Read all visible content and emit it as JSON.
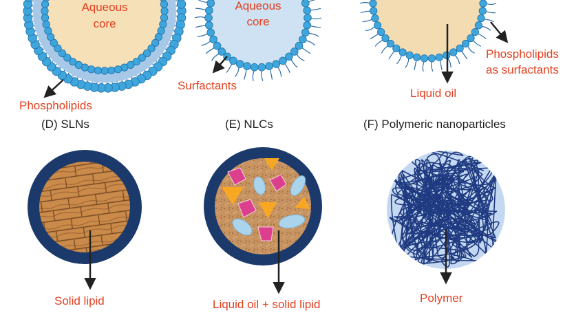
{
  "colors": {
    "label_red": "#e2401f",
    "caption_black": "#222222",
    "head_blue": "#3ea6dc",
    "tail_blue": "#2a6aa8",
    "liposome_core": "#f5e0b8",
    "liposome_ring": "#a8c8e8",
    "niosome_core": "#cfe2f3",
    "emulsion_core": "#f3dcb1",
    "shell_navy": "#1b3a6b",
    "wood": "#c98a4a",
    "nlc_matrix": "#c79361",
    "nlc_pink": "#dc3f8e",
    "nlc_orange": "#f7a723",
    "nlc_blue": "#a9d4ec",
    "polymer_bg": "#c4d9f1",
    "polymer_line": "#1f3a80"
  },
  "top": {
    "liposome": {
      "core": [
        "Aqueous",
        "core"
      ],
      "label": "Phospholipids"
    },
    "niosome": {
      "core": [
        "Aqueous",
        "core"
      ],
      "label": "Surfactants"
    },
    "emulsion": {
      "oil_label": "Liquid oil",
      "surf_label": [
        "Phospholipids",
        "as surfactants"
      ]
    }
  },
  "captions": {
    "d": "(D) SLNs",
    "e": "(E) NLCs",
    "f": "(F) Polymeric nanoparticles"
  },
  "bottom": {
    "sln": "Solid lipid",
    "nlc": "Liquid oil + solid lipid",
    "polymer": "Polymer"
  },
  "icons": [
    "arrow-icon"
  ]
}
